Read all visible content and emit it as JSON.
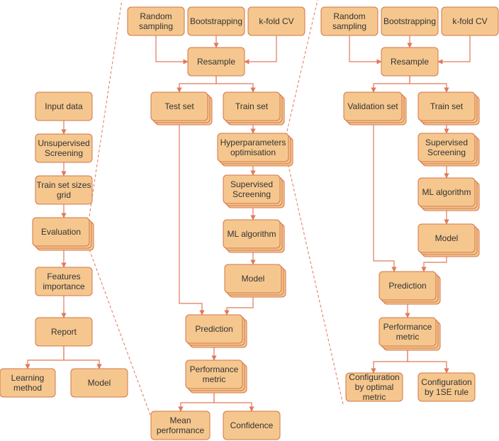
{
  "colors": {
    "fill": "#f5c78e",
    "stroke": "#d4764a",
    "edge": "#e07a5a",
    "text": "#333333"
  },
  "pipeline": {
    "input_data": "Input data",
    "unsupervised_screening": [
      "Unsupervised",
      "Screening"
    ],
    "train_set_sizes_grid": [
      "Train set sizes",
      "grid"
    ],
    "evaluation": "Evaluation",
    "features_importance": [
      "Features",
      "importance"
    ],
    "report": "Report",
    "learning_method": [
      "Learning",
      "method"
    ],
    "model": "Model"
  },
  "evaluation_detail": {
    "random_sampling": [
      "Random",
      "sampling"
    ],
    "bootstrapping": "Bootstrapping",
    "kfold_cv": "k-fold CV",
    "resample": "Resample",
    "test_set": "Test set",
    "train_set": "Train set",
    "hyperparameters_optimisation": [
      "Hyperparameters",
      "optimisation"
    ],
    "supervised_screening": [
      "Supervised",
      "Screening"
    ],
    "ml_algorithm": "ML algorithm",
    "model": "Model",
    "prediction": "Prediction",
    "performance_metric": [
      "Performance",
      "metric"
    ],
    "mean_performance": [
      "Mean",
      "performance"
    ],
    "confidence": "Confidence"
  },
  "hyperparameter_detail": {
    "random_sampling": [
      "Random",
      "sampling"
    ],
    "bootstrapping": "Bootstrapping",
    "kfold_cv": "k-fold CV",
    "resample": "Resample",
    "validation_set": "Validation set",
    "train_set": "Train set",
    "supervised_screening": [
      "Supervised",
      "Screening"
    ],
    "ml_algorithm": "ML algorithm",
    "model": "Model",
    "prediction": "Prediction",
    "performance_metric": [
      "Performance",
      "metric"
    ],
    "config_optimal": [
      "Configuration",
      "by optimal",
      "metric"
    ],
    "config_1se": [
      "Configuration",
      "by 1SE rule"
    ]
  }
}
